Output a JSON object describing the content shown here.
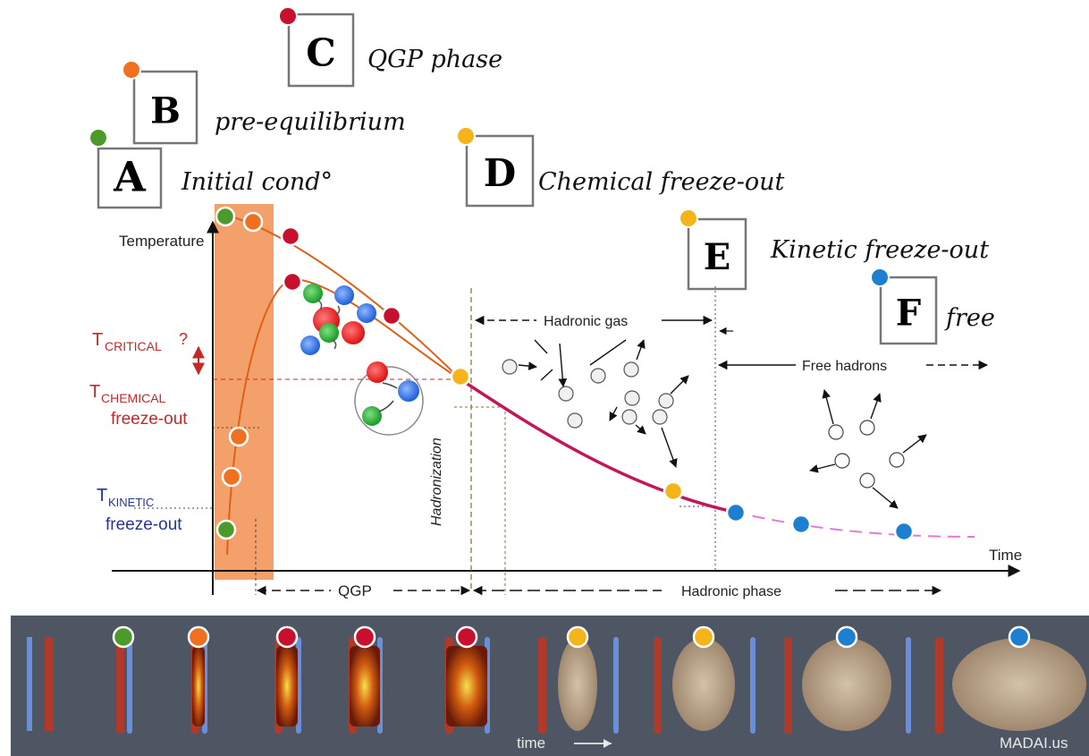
{
  "colors": {
    "green": "#4c9a2a",
    "orange": "#f07020",
    "red": "#c8102e",
    "yellow": "#f4b41a",
    "blue": "#1e7fd0",
    "magenta": "#c2185b",
    "peach": "#f4a06a",
    "panel": "#4e5563"
  },
  "stages": [
    {
      "letter": "A",
      "caption": "Initial cond°",
      "color": "green"
    },
    {
      "letter": "B",
      "caption": "pre-equilibrium",
      "color": "orange"
    },
    {
      "letter": "C",
      "caption": "QGP phase",
      "color": "red"
    },
    {
      "letter": "D",
      "caption": "Chemical freeze-out",
      "color": "yellow"
    },
    {
      "letter": "E",
      "caption": "Kinetic freeze-out",
      "color": "yellow"
    },
    {
      "letter": "F",
      "caption": "free",
      "color": "blue"
    }
  ],
  "axes": {
    "y_label": "Temperature",
    "x_label": "Time"
  },
  "temperatures": {
    "critical": {
      "main": "T",
      "sub": "CRITICAL",
      "suffix": "?"
    },
    "chemical": {
      "main": "T",
      "sub": "CHEMICAL",
      "line2": "freeze-out"
    },
    "kinetic": {
      "main": "T",
      "sub": "KINETIC",
      "line2": "freeze-out"
    }
  },
  "annotations": {
    "hadronization": "Hadronization",
    "hadronic_gas": "Hadronic gas",
    "free_hadrons": "Free hadrons",
    "qgp": "QGP",
    "hadronic_phase": "Hadronic phase"
  },
  "bottom_strip": {
    "time_label": "time",
    "credit": "MADAI.us",
    "markers": [
      "green",
      "orange",
      "red",
      "red",
      "red",
      "yellow",
      "yellow",
      "blue",
      "blue"
    ]
  }
}
